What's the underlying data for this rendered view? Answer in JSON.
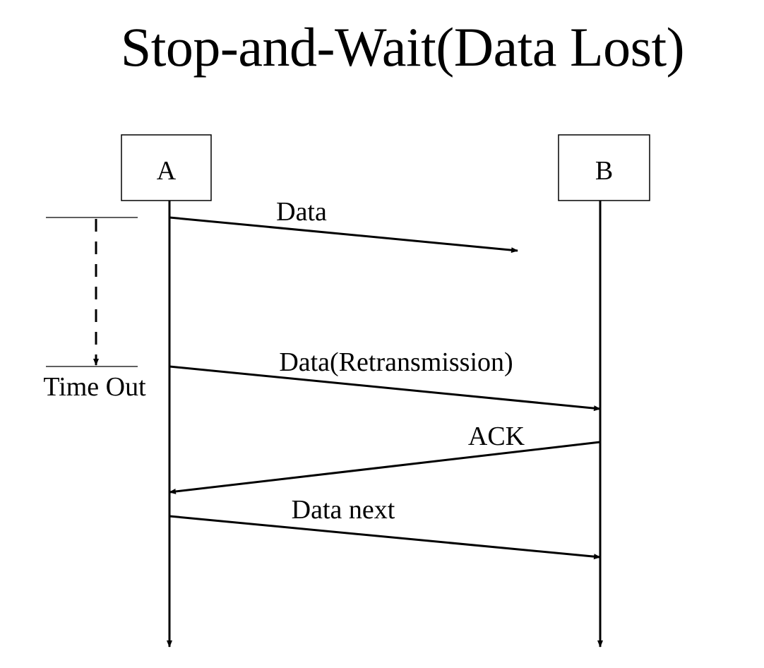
{
  "title": "Stop-and-Wait(Data Lost)",
  "entities": {
    "a": "A",
    "b": "B"
  },
  "messages": {
    "data": "Data",
    "retransmission": "Data(Retransmission)",
    "ack": "ACK",
    "data_next": "Data next"
  },
  "timer": {
    "label": "Time Out"
  }
}
